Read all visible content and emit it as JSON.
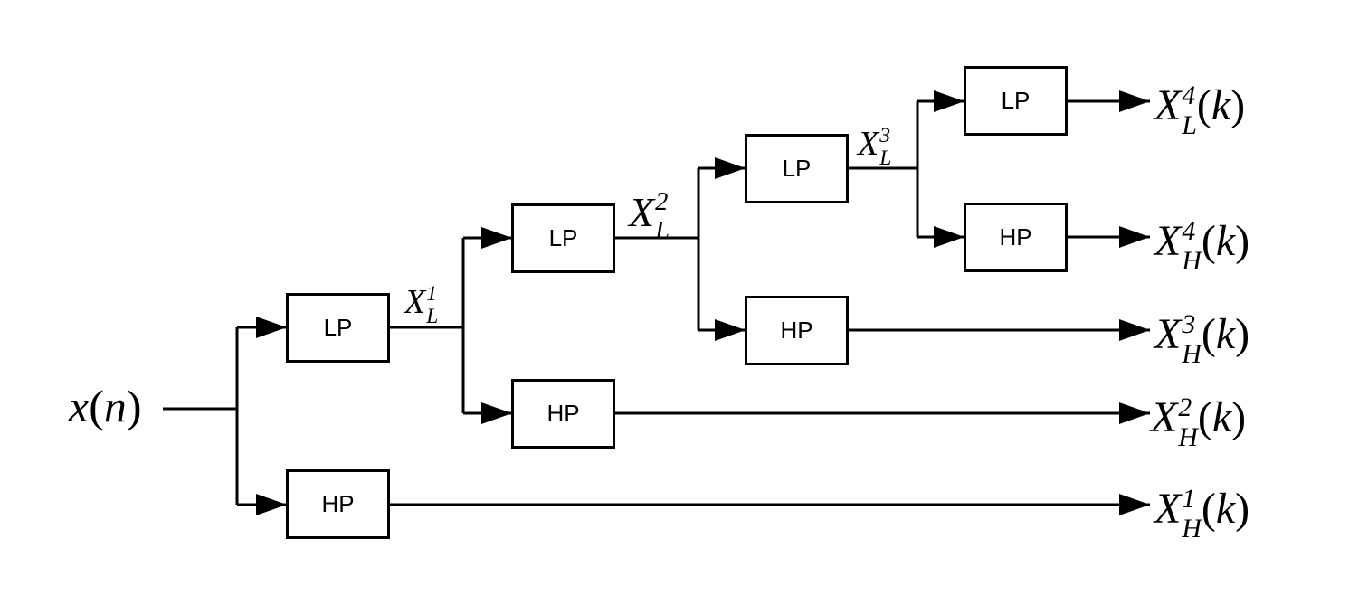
{
  "input": {
    "name": "x",
    "arg": "n"
  },
  "filters": {
    "lp1": "LP",
    "hp1": "HP",
    "lp2": "LP",
    "hp2": "HP",
    "lp3": "LP",
    "hp3": "HP",
    "lp4": "LP",
    "hp4": "HP"
  },
  "intermediate": {
    "xl1": {
      "base": "X",
      "sub": "L",
      "sup": "1"
    },
    "xl2": {
      "base": "X",
      "sub": "L",
      "sup": "2"
    },
    "xl3": {
      "base": "X",
      "sub": "L",
      "sup": "3"
    }
  },
  "outputs": {
    "xl4": {
      "base": "X",
      "sub": "L",
      "sup": "4",
      "arg": "k"
    },
    "xh4": {
      "base": "X",
      "sub": "H",
      "sup": "4",
      "arg": "k"
    },
    "xh3": {
      "base": "X",
      "sub": "H",
      "sup": "3",
      "arg": "k"
    },
    "xh2": {
      "base": "X",
      "sub": "H",
      "sup": "2",
      "arg": "k"
    },
    "xh1": {
      "base": "X",
      "sub": "H",
      "sup": "1",
      "arg": "k"
    }
  },
  "colors": {
    "stroke": "#000000",
    "background": "#ffffff"
  }
}
